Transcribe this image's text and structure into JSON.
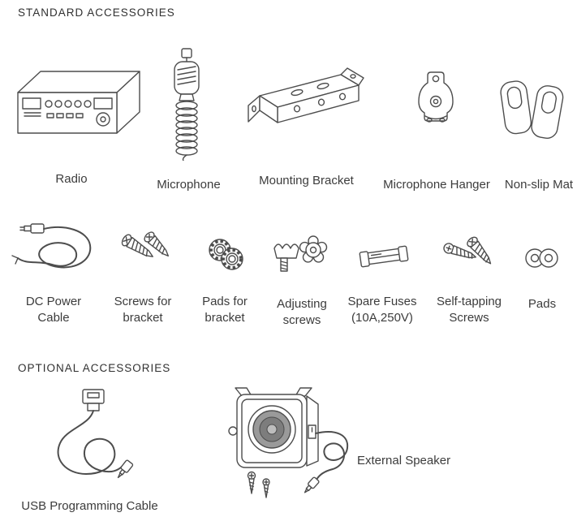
{
  "page": {
    "background": "#ffffff",
    "text_color": "#3c3c3c",
    "line_color": "#4d4d4d"
  },
  "sections": {
    "standard": {
      "title": "STANDARD ACCESSORIES",
      "items": [
        {
          "label": "Radio",
          "icon": "radio-icon"
        },
        {
          "label": "Microphone",
          "icon": "microphone-icon"
        },
        {
          "label": "Mounting Bracket",
          "icon": "mounting-bracket-icon"
        },
        {
          "label": "Microphone Hanger",
          "icon": "microphone-hanger-icon"
        },
        {
          "label": "Non-slip Mat",
          "icon": "non-slip-mat-icon"
        },
        {
          "label": "DC Power\nCable",
          "icon": "dc-power-cable-icon"
        },
        {
          "label": "Screws for\nbracket",
          "icon": "bracket-screws-icon"
        },
        {
          "label": "Pads for\nbracket",
          "icon": "bracket-pads-icon"
        },
        {
          "label": "Adjusting\nscrews",
          "icon": "adjusting-screws-icon"
        },
        {
          "label": "Spare Fuses\n(10A,250V)",
          "icon": "spare-fuses-icon"
        },
        {
          "label": "Self-tapping\nScrews",
          "icon": "self-tapping-screws-icon"
        },
        {
          "label": "Pads",
          "icon": "pads-icon"
        }
      ]
    },
    "optional": {
      "title": "OPTIONAL ACCESSORIES",
      "items": [
        {
          "label": "USB Programming Cable",
          "icon": "usb-programming-cable-icon"
        },
        {
          "label": "External Speaker",
          "icon": "external-speaker-icon"
        }
      ]
    }
  }
}
